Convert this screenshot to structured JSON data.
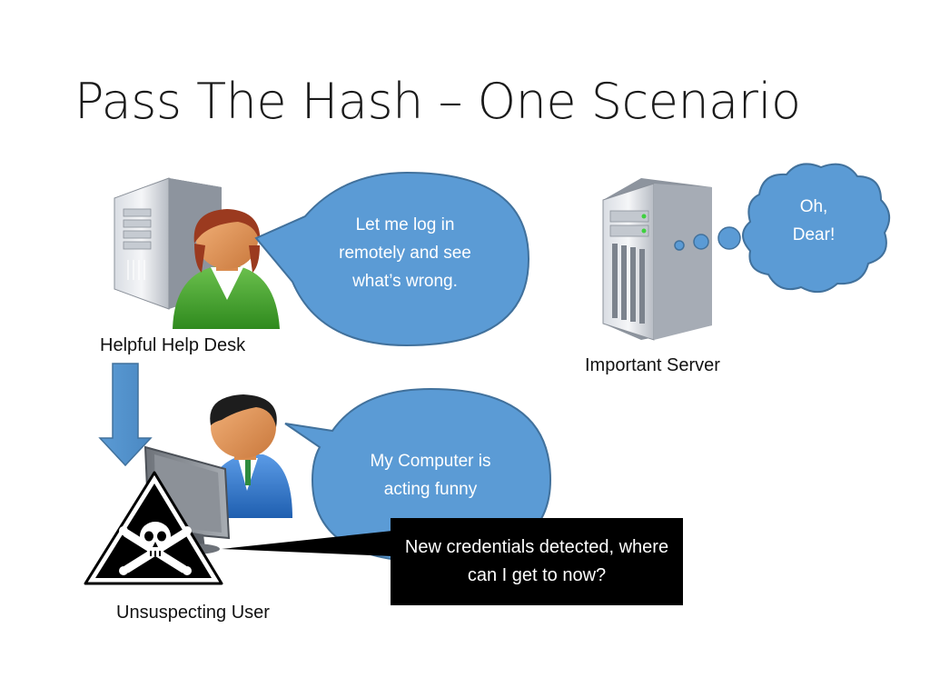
{
  "slide": {
    "title": "Pass The Hash – One Scenario"
  },
  "actors": {
    "help_desk": {
      "label": "Helpful Help Desk",
      "icon": "help-desk-person-icon"
    },
    "user": {
      "label": "Unsuspecting User",
      "icon": "user-at-computer-icon"
    },
    "server": {
      "label": "Important Server",
      "icon": "server-tower-icon"
    }
  },
  "bubbles": {
    "help_desk_speech": "Let me log in remotely and see what’s wrong.",
    "user_speech": "My Computer is acting funny",
    "server_thought": "Oh, Dear!",
    "malware_callout": "New credentials detected, where can I get to now?"
  },
  "icons": {
    "flow_arrow": "down-arrow-icon",
    "warning": "skull-crossbones-warning-icon"
  },
  "colors": {
    "bubble_fill": "#5b9bd5",
    "bubble_stroke": "#41719c",
    "callout_fill": "#000000",
    "text_light": "#ffffff"
  }
}
